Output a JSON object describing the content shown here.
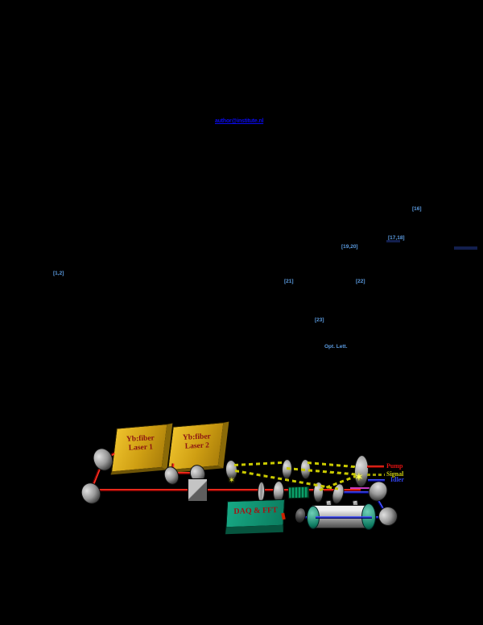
{
  "page": {
    "background": "#000000"
  },
  "paper": {
    "email_link": "author@institute.nl",
    "inline_links": [
      {
        "text": "[16]"
      },
      {
        "text": "[17,18]"
      },
      {
        "text": "[19,20]"
      },
      {
        "text": "[1,2]"
      },
      {
        "text": "[21]"
      },
      {
        "text": "[22]"
      },
      {
        "text": "[23]"
      },
      {
        "text": "Opt. Lett."
      }
    ]
  },
  "figure": {
    "laser1": {
      "line1": "Yb:fiber",
      "line2": "Laser 1"
    },
    "laser2": {
      "line1": "Yb:fiber",
      "line2": "Laser 2"
    },
    "daq_label": "DAQ & FFT",
    "legend": {
      "pump": "Pump",
      "signal": "Signal",
      "idler": "Idler"
    },
    "colors": {
      "pump_beam": "#dd1010",
      "signal_beam": "#c9c900",
      "idler_beam": "#2a35d8",
      "combined_beam": "#c23cc2",
      "laser_box": "#d0a215",
      "daq_box": "#109478",
      "box_label": "#8b1212",
      "email_link": "#0a0aee",
      "inline_link": "#5b9be0"
    }
  }
}
